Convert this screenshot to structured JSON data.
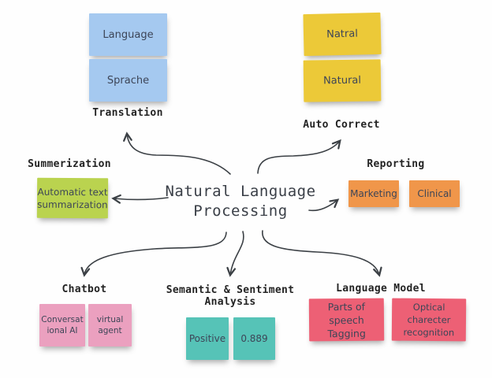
{
  "center": {
    "title": "Natural Language Processing"
  },
  "groups": [
    {
      "id": "translation",
      "label": "Translation",
      "color": "#a5c9f0",
      "notes": [
        "Language",
        "Sprache"
      ]
    },
    {
      "id": "auto-correct",
      "label": "Auto Correct",
      "color": "#ecc938",
      "notes": [
        "Natral",
        "Natural"
      ]
    },
    {
      "id": "summerization",
      "label": "Summerization",
      "color": "#bad34f",
      "notes": [
        "Automatic text summarization"
      ]
    },
    {
      "id": "reporting",
      "label": "Reporting",
      "color": "#f0964a",
      "notes": [
        "Marketing",
        "Clinical"
      ]
    },
    {
      "id": "chatbot",
      "label": "Chatbot",
      "color": "#eba0bf",
      "notes": [
        "Conversat ional AI",
        "virtual agent"
      ]
    },
    {
      "id": "semantic",
      "label": "Semantic & Sentiment Analysis",
      "color": "#56c3b7",
      "notes": [
        "Positive",
        "0.889"
      ]
    },
    {
      "id": "language-model",
      "label": "Language Model",
      "color": "#ed6075",
      "notes": [
        "Parts of speech Tagging",
        "Optical charecter recognition"
      ]
    }
  ],
  "connections": [
    {
      "from": "Natural Language Processing",
      "to": "Translation"
    },
    {
      "from": "Natural Language Processing",
      "to": "Auto Correct"
    },
    {
      "from": "Natural Language Processing",
      "to": "Summerization"
    },
    {
      "from": "Natural Language Processing",
      "to": "Reporting"
    },
    {
      "from": "Natural Language Processing",
      "to": "Chatbot"
    },
    {
      "from": "Natural Language Processing",
      "to": "Semantic & Sentiment Analysis"
    },
    {
      "from": "Natural Language Processing",
      "to": "Language Model"
    }
  ],
  "palette": {
    "background": "#fefefe",
    "arrow": "#3b4045",
    "label_text": "#232323",
    "note_text": "#3d4557",
    "title_text": "#3a3f47"
  }
}
